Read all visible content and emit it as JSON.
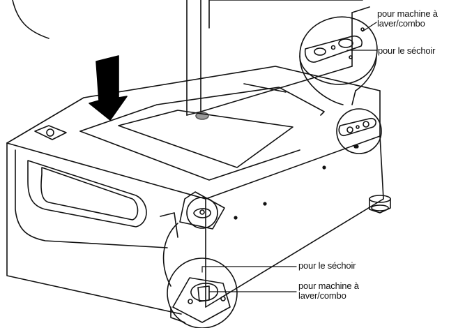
{
  "labels": {
    "top_washer": [
      "pour machine à",
      "laver/combo"
    ],
    "top_dryer": "pour le séchoir",
    "bottom_dryer": "pour le séchoir",
    "bottom_washer": [
      "pour machine à",
      "laver/combo"
    ]
  },
  "colors": {
    "line": "#111111",
    "arrow": "#000000",
    "foot": "#9a9a9a",
    "background": "#ffffff"
  },
  "icons": [
    "down-arrow-icon",
    "hole-plate-icon",
    "leveling-foot-icon"
  ]
}
